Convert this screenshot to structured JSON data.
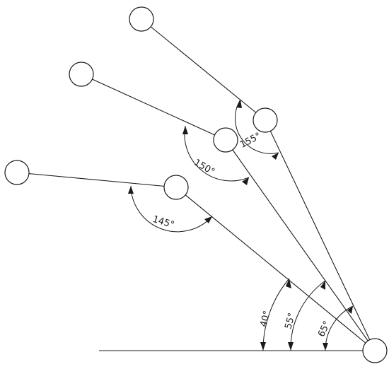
{
  "figure": {
    "angle_labels": {
      "base_1": "40°",
      "base_2": "55°",
      "base_3": "65°",
      "elbow_1": "145°",
      "elbow_2": "150°",
      "elbow_3": "155°"
    }
  }
}
